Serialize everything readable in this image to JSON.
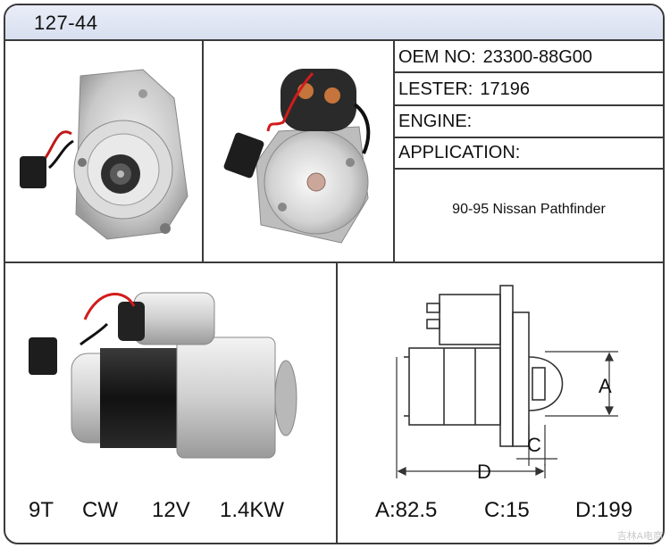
{
  "header": {
    "part_number": "127-44"
  },
  "specs": [
    {
      "label": "OEM NO:",
      "value": "23300-88G00"
    },
    {
      "label": "LESTER:",
      "value": "17196"
    },
    {
      "label": "ENGINE:",
      "value": ""
    },
    {
      "label": "APPLICATION:",
      "value": ""
    }
  ],
  "application": "90-95 Nissan Pathfinder",
  "bottom_left": {
    "teeth": "9T",
    "rotation": "CW",
    "voltage": "12V",
    "power": "1.4KW"
  },
  "dimensions": {
    "a": "A:82.5",
    "c": "C:15",
    "d": "D:199"
  },
  "diagram_letters": {
    "a": "A",
    "c": "C",
    "d": "D"
  },
  "watermark": "吉林A电商"
}
